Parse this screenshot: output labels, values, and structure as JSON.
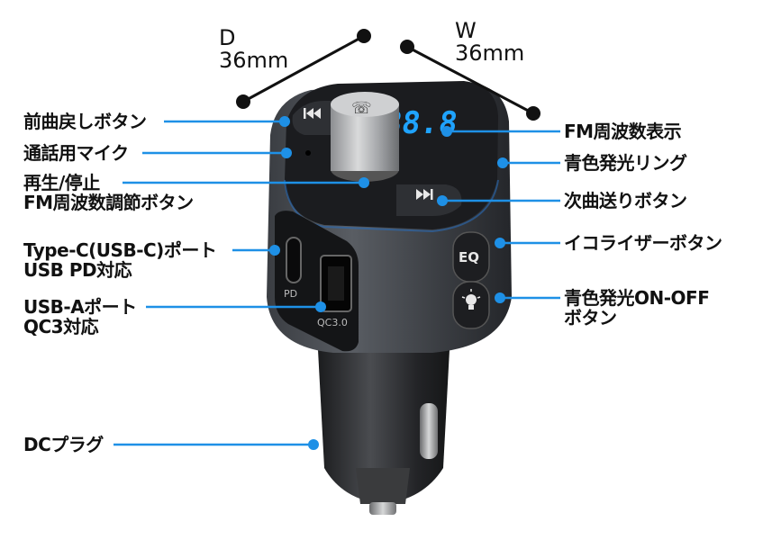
{
  "dimensions": {
    "depth": {
      "letter": "D",
      "value": "36mm"
    },
    "width": {
      "letter": "W",
      "value": "36mm"
    }
  },
  "callouts_left": [
    {
      "id": "prev",
      "lines": [
        "前曲戻しボタン"
      ]
    },
    {
      "id": "mic",
      "lines": [
        "通話用マイク"
      ]
    },
    {
      "id": "play",
      "lines": [
        "再生/停止",
        "FM周波数調節ボタン"
      ]
    },
    {
      "id": "typec",
      "lines": [
        "Type-C(USB-C)ポート",
        "USB PD対応"
      ]
    },
    {
      "id": "usba",
      "lines": [
        "USB-Aポート",
        "QC3対応"
      ]
    },
    {
      "id": "dc",
      "lines": [
        "DCプラグ"
      ]
    }
  ],
  "callouts_right": [
    {
      "id": "fm",
      "lines": [
        "FM周波数表示"
      ]
    },
    {
      "id": "ring",
      "lines": [
        "青色発光リング"
      ]
    },
    {
      "id": "next",
      "lines": [
        "次曲送りボタン"
      ]
    },
    {
      "id": "eq",
      "lines": [
        "イコライザーボタン"
      ]
    },
    {
      "id": "light",
      "lines": [
        "青色発光ON-OFF",
        "ボタン"
      ]
    }
  ],
  "device_markings": {
    "display": "88.8",
    "eq_button": "EQ",
    "pd_port": "PD",
    "qc_port": "QC3.0"
  },
  "colors": {
    "callout_line": "#1e90e6",
    "dimension_line": "#111111",
    "display_digits": "#1fa3ff",
    "body_dark": "#2c2f33",
    "body_mid": "#4a4e53"
  },
  "icons": {
    "prev_button": "prev-track-icon",
    "next_button": "next-track-icon",
    "light_button": "light-bulb-icon",
    "center_knob": "phone-icon"
  }
}
